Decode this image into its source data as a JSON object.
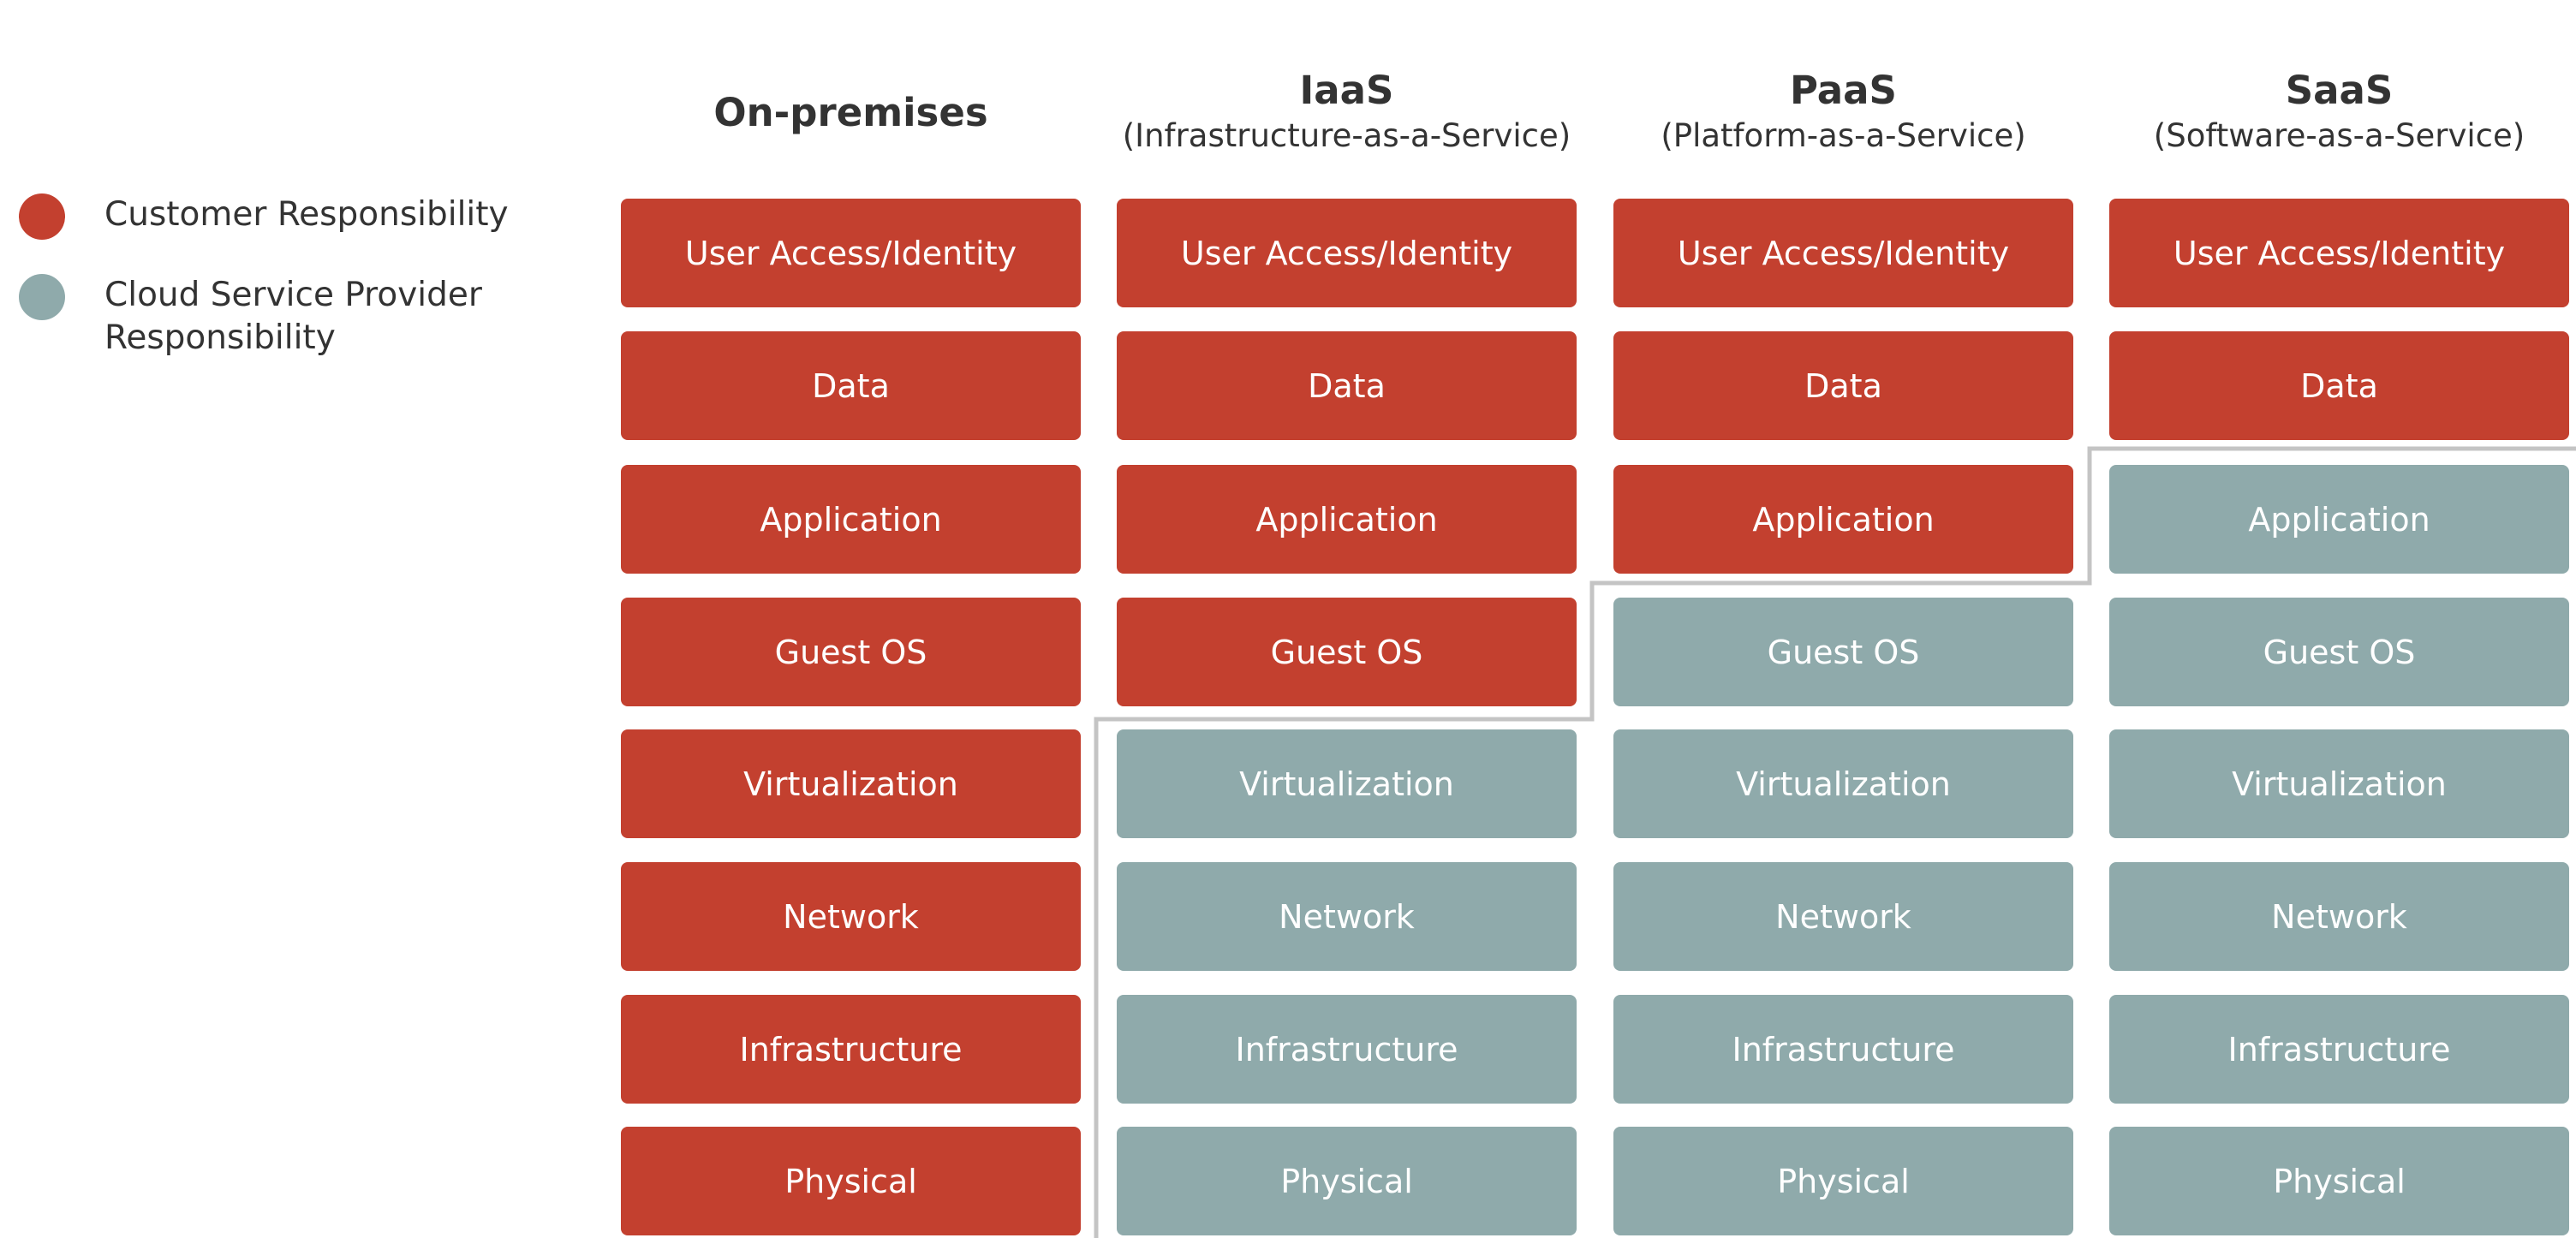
{
  "colors": {
    "customer": "#c3402f",
    "provider": "#8faaab",
    "divider": "#c4c4c4"
  },
  "legend": [
    {
      "label": "Customer Responsibility",
      "type": "customer"
    },
    {
      "label": "Cloud Service Provider Responsibility",
      "type": "provider"
    }
  ],
  "layers": [
    "User Access/Identity",
    "Data",
    "Application",
    "Guest OS",
    "Virtualization",
    "Network",
    "Infrastructure",
    "Physical"
  ],
  "columns": [
    {
      "title": "On-premises",
      "subtitle": "",
      "customer_layers": 8
    },
    {
      "title": "IaaS",
      "subtitle": "(Infrastructure-as-a-Service)",
      "customer_layers": 4
    },
    {
      "title": "PaaS",
      "subtitle": "(Platform-as-a-Service)",
      "customer_layers": 3
    },
    {
      "title": "SaaS",
      "subtitle": "(Software-as-a-Service)",
      "customer_layers": 2
    }
  ]
}
